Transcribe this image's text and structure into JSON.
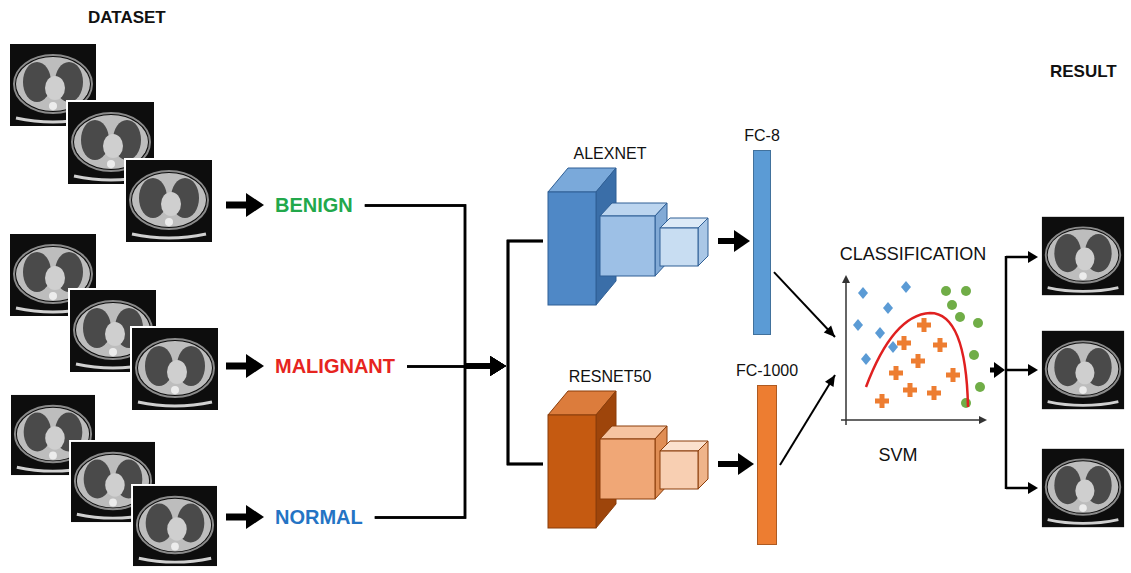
{
  "diagram": {
    "nodes": [
      {
        "text": [
          "BENIGN"
        ]
      },
      {
        "text": [
          "MALIGNANT"
        ]
      },
      {
        "text": [
          "NORMAL"
        ]
      },
      {
        "text": [
          "ALEXNET"
        ]
      },
      {
        "text": [
          "RESNET50"
        ]
      },
      {
        "text": [
          "FC-8"
        ]
      },
      {
        "text": [
          "FC-1000"
        ]
      },
      {
        "text": [
          "CLASSIFICATION",
          "SVM"
        ]
      }
    ],
    "edges": [
      {
        "from": 0,
        "to": 3,
        "arrow": "to"
      },
      {
        "from": 0,
        "to": 4,
        "arrow": "to"
      },
      {
        "from": 1,
        "to": 3,
        "arrow": "to"
      },
      {
        "from": 1,
        "to": 4,
        "arrow": "to"
      },
      {
        "from": 2,
        "to": 3,
        "arrow": "to"
      },
      {
        "from": 2,
        "to": 4,
        "arrow": "to"
      },
      {
        "from": 3,
        "to": 5,
        "arrow": "to"
      },
      {
        "from": 4,
        "to": 6,
        "arrow": "to"
      },
      {
        "from": 5,
        "to": 7,
        "arrow": "to"
      },
      {
        "from": 6,
        "to": 7,
        "arrow": "to"
      }
    ],
    "labels": [
      "DATASET",
      "RESULT"
    ]
  }
}
